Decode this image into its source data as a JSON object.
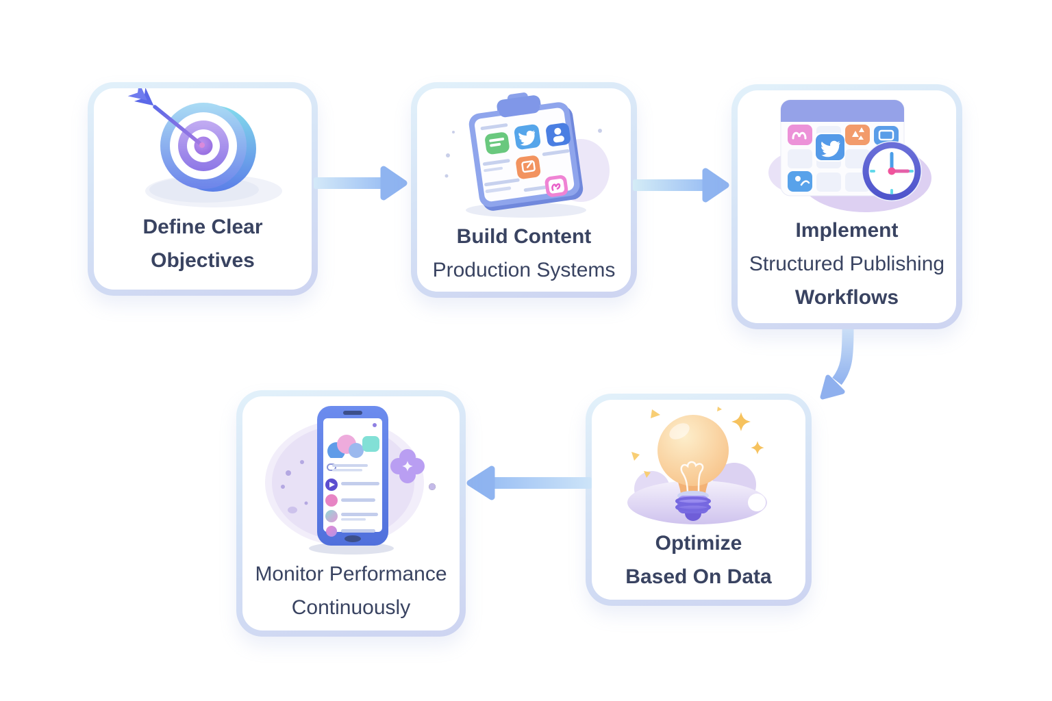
{
  "diagram": {
    "type": "flowchart",
    "background_color": "#ffffff",
    "text_color": "#394361",
    "card_border_colors": [
      "#e2f1fa",
      "#cdd4f1"
    ],
    "arrow_colors": [
      "#cfe6f8",
      "#8fb4f0"
    ],
    "steps": [
      {
        "order": 1,
        "icon": "target-icon",
        "lines": [
          {
            "text": "Define Clear",
            "bold": true
          },
          {
            "text": "Objectives",
            "bold": true
          }
        ]
      },
      {
        "order": 2,
        "icon": "clipboard-social-icon",
        "lines": [
          {
            "text": "Build Content",
            "bold": true
          },
          {
            "text": "Production Systems",
            "bold": false
          }
        ]
      },
      {
        "order": 3,
        "icon": "calendar-clock-icon",
        "lines": [
          {
            "text": "Implement",
            "bold": true
          },
          {
            "text": "Structured Publishing",
            "bold": false
          },
          {
            "text": "Workflows",
            "bold": true
          }
        ]
      },
      {
        "order": 4,
        "icon": "lightbulb-icon",
        "lines": [
          {
            "text": "Optimize",
            "bold": true
          },
          {
            "text": "Based On Data",
            "bold": true
          }
        ]
      },
      {
        "order": 5,
        "icon": "smartphone-analytics-icon",
        "lines": [
          {
            "text": "Monitor Performance",
            "bold": false
          },
          {
            "text": "Continuously",
            "bold": false
          }
        ]
      }
    ],
    "connections": [
      {
        "from": 1,
        "to": 2,
        "direction": "right"
      },
      {
        "from": 2,
        "to": 3,
        "direction": "right"
      },
      {
        "from": 3,
        "to": 4,
        "direction": "down-left-curve"
      },
      {
        "from": 4,
        "to": 5,
        "direction": "left"
      }
    ]
  }
}
